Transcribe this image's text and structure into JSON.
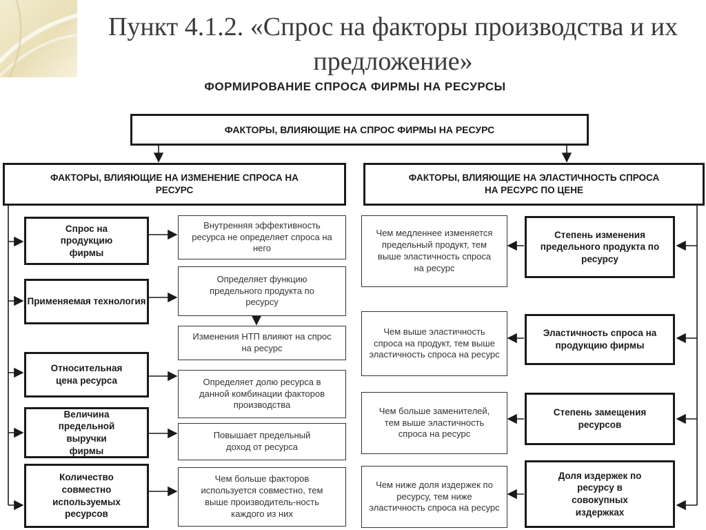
{
  "slide": {
    "title": "Пункт 4.1.2. «Спрос на факторы производства и их предложение»"
  },
  "diagram": {
    "title": "ФОРМИРОВАНИЕ СПРОСА ФИРМЫ НА РЕСУРСЫ",
    "root": "ФАКТОРЫ, ВЛИЯЮЩИЕ НА СПРОС ФИРМЫ НА РЕСУРС",
    "left_head": "ФАКТОРЫ, ВЛИЯЮЩИЕ НА  ИЗМЕНЕНИЕ СПРОСА НА РЕСУРС",
    "right_head": "ФАКТОРЫ, ВЛИЯЮЩИЕ НА ЭЛАСТИЧНОСТЬ СПРОСА НА РЕСУРС ПО ЦЕНЕ",
    "left_factors": [
      "Спрос на продукцию фирмы",
      "Применяемая технология",
      "Относительная цена ресурса",
      "Величина предельной выручки фирмы",
      "Количество совместно используемых ресурсов"
    ],
    "left_desc": [
      "Внутренняя эффективность ресурса не определяет спроса на него",
      "Определяет функцию предельного продукта по ресурсу",
      "Изменения НТП влияют на спрос на ресурс",
      "Определяет долю ресурса в данной комбинации факторов производства",
      "Повышает предельный доход от ресурса",
      "Чем больше факторов используется совместно, тем выше производитель-ность каждого из них"
    ],
    "right_factors": [
      "Степень изменения предельного продукта по ресурсу",
      "Эластичность спроса на продукцию фирмы",
      "Степень замещения ресурсов",
      "Доля издержек по ресурсу в совокупных издержках"
    ],
    "right_desc": [
      "Чем медленнее изменяется предельный продукт, тем выше эластичность спроса на ресурс",
      "Чем выше эластичность спроса на продукт, тем выше эластичность спроса на ресурс",
      "Чем больше заменителей, тем выше эластичность спроса на ресурс",
      "Чем ниже доля издержек по ресурсу, тем ниже эластичность спроса на ресурс"
    ]
  }
}
